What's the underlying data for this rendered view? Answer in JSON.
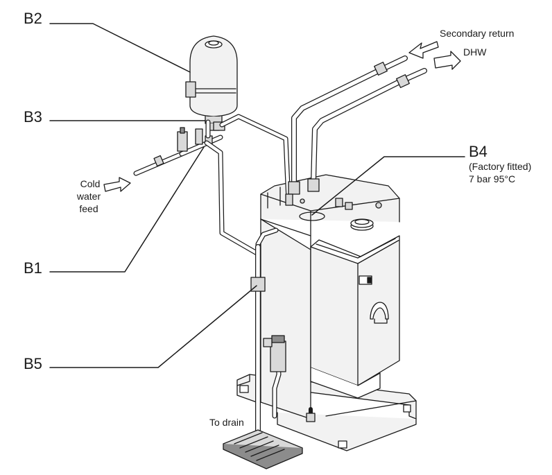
{
  "labels": {
    "b1": "B1",
    "b2": "B2",
    "b3": "B3",
    "b4": "B4",
    "b5": "B5",
    "b4_note_1": "(Factory fitted)",
    "b4_note_2": "7 bar 95°C",
    "secondary_return": "Secondary return",
    "dhw": "DHW",
    "cold_water_feed_1": "Cold",
    "cold_water_feed_2": "water",
    "cold_water_feed_3": "feed",
    "to_drain": "To drain"
  },
  "colors": {
    "line": "#1a1a1a",
    "fill_light": "#f2f2f2",
    "fill_mid": "#d9d9d9",
    "fill_dark": "#8c8c8c"
  }
}
